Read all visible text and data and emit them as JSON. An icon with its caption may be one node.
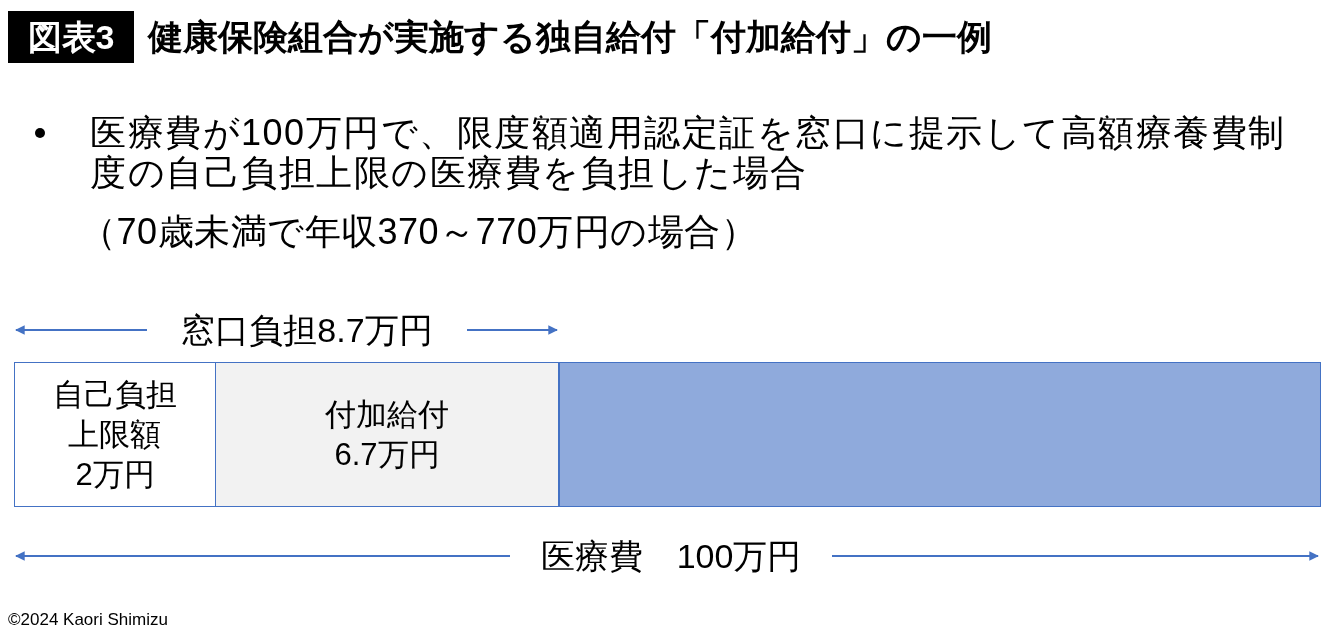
{
  "diagram": {
    "title": "健康保険組合が実施する独自給付「付加給付」の一例",
    "nodes": [
      {
        "text": [
          "自己負担上限額",
          "2万円"
        ]
      },
      {
        "text": [
          "付加給付",
          "6.7万円"
        ]
      },
      {
        "text": [],
        "shape": "bar"
      }
    ],
    "labels": [
      "図表3",
      "医療費が100万円で、限度額適用認定証を窓口に提示して高額療養費制度の自己負担上限の医療費を負担した場合",
      "（70歳未満で年収370～770万円の場合）",
      "窓口負担8.7万円",
      "医療費　100万円",
      "©2024 Kaori Shimizu"
    ]
  }
}
